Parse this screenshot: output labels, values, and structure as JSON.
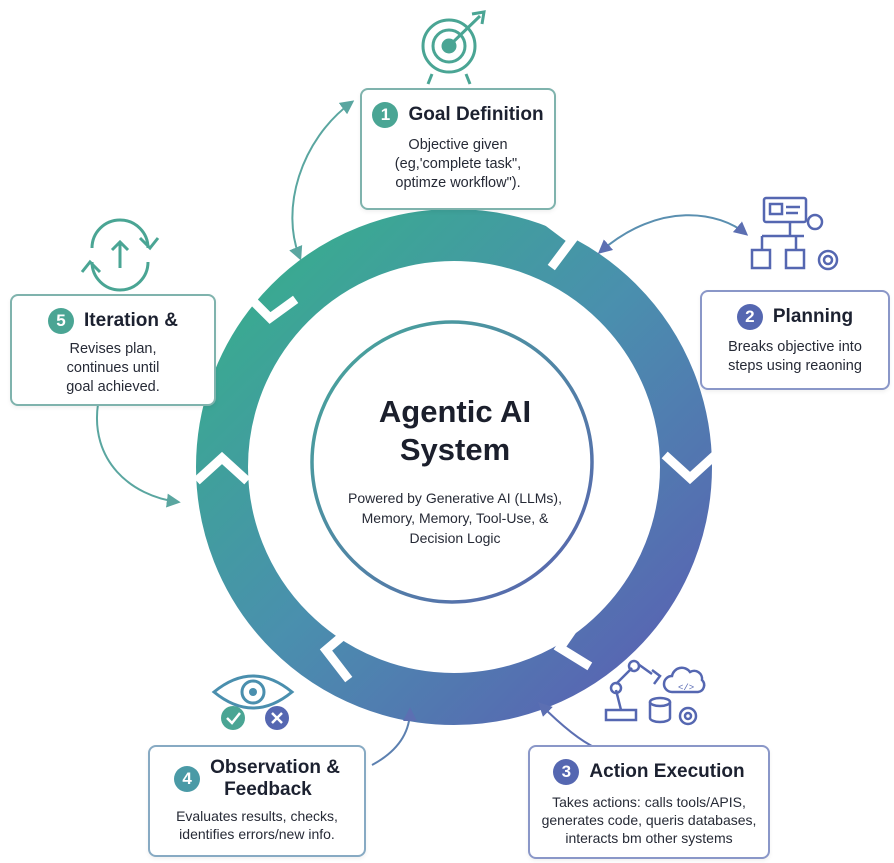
{
  "center": {
    "title_line1": "Agentic AI",
    "title_line2": "System",
    "sub_line1": "Powered by Generative AI (LLMs),",
    "sub_line2": "Memory, Memory, Tool-Use, &",
    "sub_line3": "Decision Logic"
  },
  "steps": [
    {
      "number": "1",
      "title": "Goal Definition",
      "desc_line1": "Objective given",
      "desc_line2": "(eg,'complete task\",",
      "desc_line3": "optimze workflow\").",
      "icon": "target-icon"
    },
    {
      "number": "2",
      "title": "Planning",
      "desc_line1": "Breaks objective into",
      "desc_line2": "steps using reaoning",
      "icon": "flowchart-gear-icon"
    },
    {
      "number": "3",
      "title": "Action Execution",
      "desc_line1": "Takes actions: calls tools/APIS,",
      "desc_line2": "generates code, queris databases,",
      "desc_line3": "interacts bm other systems",
      "icon": "robot-arm-icon"
    },
    {
      "number": "4",
      "title_line1": "Observation &",
      "title_line2": "Feedback",
      "desc_line1": "Evaluates results, checks,",
      "desc_line2": "identifies errors/new info.",
      "icon": "eye-check-icon"
    },
    {
      "number": "5",
      "title": "Iteration &",
      "desc_line1": "Revises plan,",
      "desc_line2": "continues until",
      "desc_line3": "goal achieved.",
      "icon": "refresh-icon"
    }
  ],
  "colors": {
    "teal": "#4aa594",
    "blue": "#5567b1",
    "ring_start": "#3ea58f",
    "ring_end": "#5a5fb0"
  }
}
